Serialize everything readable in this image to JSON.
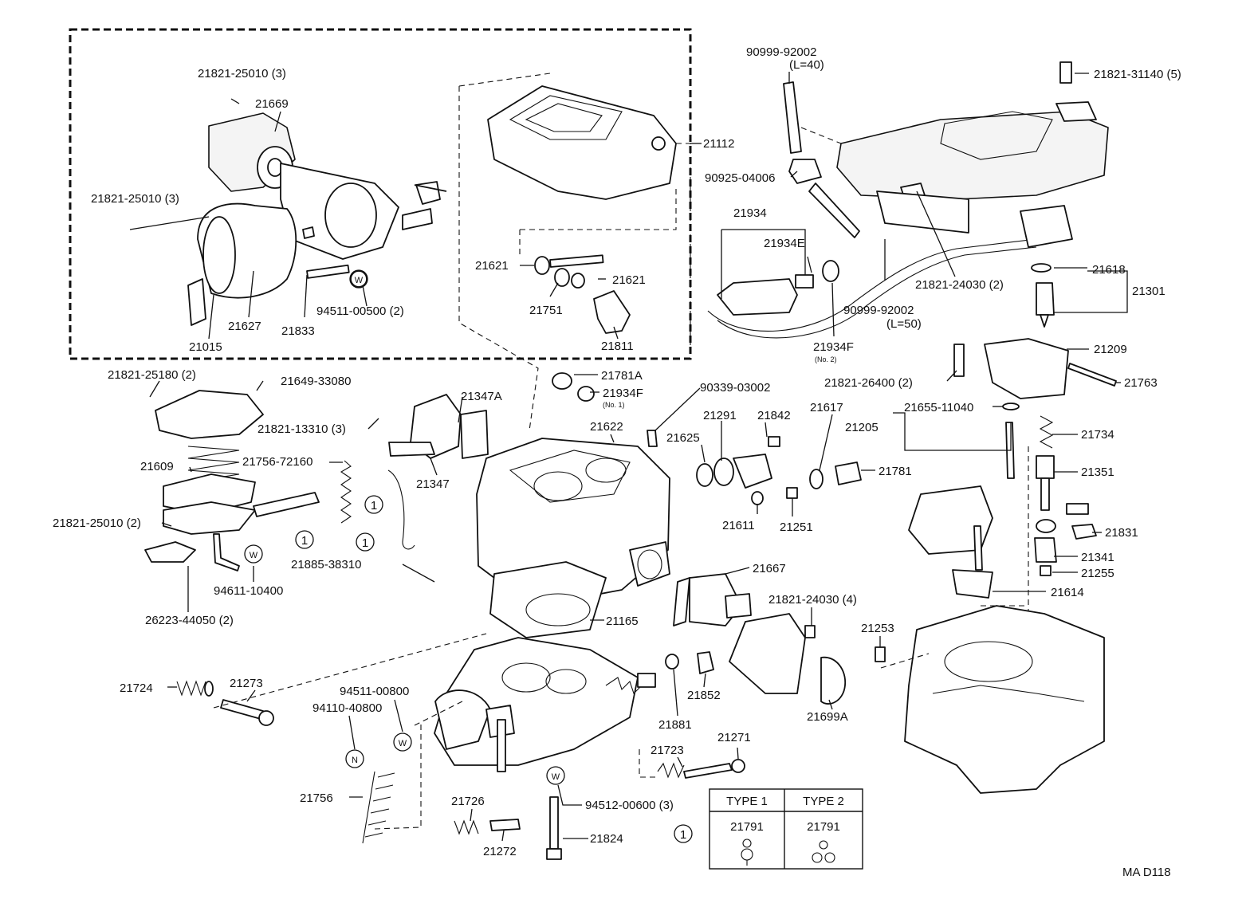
{
  "labels": {
    "p21821_25010_top": "21821-25010 (3)",
    "p21669": "21669",
    "p21821_25010_left": "21821-25010 (3)",
    "p21627": "21627",
    "p21015": "21015",
    "p21833": "21833",
    "p94511_00500": "94511-00500 (2)",
    "p21112": "21112",
    "p21621_a": "21621",
    "p21621_b": "21621",
    "p21751": "21751",
    "p21811": "21811",
    "p90999_92002_top": "90999-92002",
    "l40": "(L=40)",
    "p90925_04006": "90925-04006",
    "p21934": "21934",
    "p21934E": "21934E",
    "p21821_24030_2": "21821-24030 (2)",
    "p90999_92002_bot": "90999-92002",
    "l50": "(L=50)",
    "p21934F_no2": "21934F",
    "no2": "(No. 2)",
    "p21821_31140": "21821-31140 (5)",
    "p21618": "21618",
    "p21301": "21301",
    "p21209": "21209",
    "p21763": "21763",
    "p21821_26400": "21821-26400 (2)",
    "p21655_11040": "21655-11040",
    "p21205": "21205",
    "p21734": "21734",
    "p21351": "21351",
    "p21831": "21831",
    "p21341": "21341",
    "p21255": "21255",
    "p21614": "21614",
    "p21253": "21253",
    "p21821_25180": "21821-25180 (2)",
    "p21649_33080": "21649-33080",
    "p21821_13310": "21821-13310 (3)",
    "p21609": "21609",
    "p21756_72160": "21756-72160",
    "p21821_25010_2": "21821-25010 (2)",
    "p94611_10400": "94611-10400",
    "p26223_44050": "26223-44050 (2)",
    "p21885_38310": "21885-38310",
    "p21347A": "21347A",
    "p21347": "21347",
    "p21781A": "21781A",
    "p21934F_no1": "21934F",
    "no1": "(No. 1)",
    "p90339_03002": "90339-03002",
    "p21622": "21622",
    "p21291": "21291",
    "p21842": "21842",
    "p21617": "21617",
    "p21625": "21625",
    "p21781": "21781",
    "p21611": "21611",
    "p21251": "21251",
    "p21667": "21667",
    "p21165": "21165",
    "p21821_24030_4": "21821-24030 (4)",
    "p21852": "21852",
    "p21881": "21881",
    "p21699A": "21699A",
    "p21724": "21724",
    "p21273": "21273",
    "p94511_00800": "94511-00800",
    "p94110_40800": "94110-40800",
    "p21756": "21756",
    "p21723": "21723",
    "p21271": "21271",
    "p21726": "21726",
    "p21272": "21272",
    "p94512_00600": "94512-00600 (3)",
    "p21824": "21824",
    "footer_code": "MA  D118"
  },
  "markers": {
    "circled_1": "1",
    "washer": "W",
    "nut": "N"
  },
  "type_table": {
    "headers": [
      "TYPE 1",
      "TYPE 2"
    ],
    "parts": [
      "21791",
      "21791"
    ]
  }
}
